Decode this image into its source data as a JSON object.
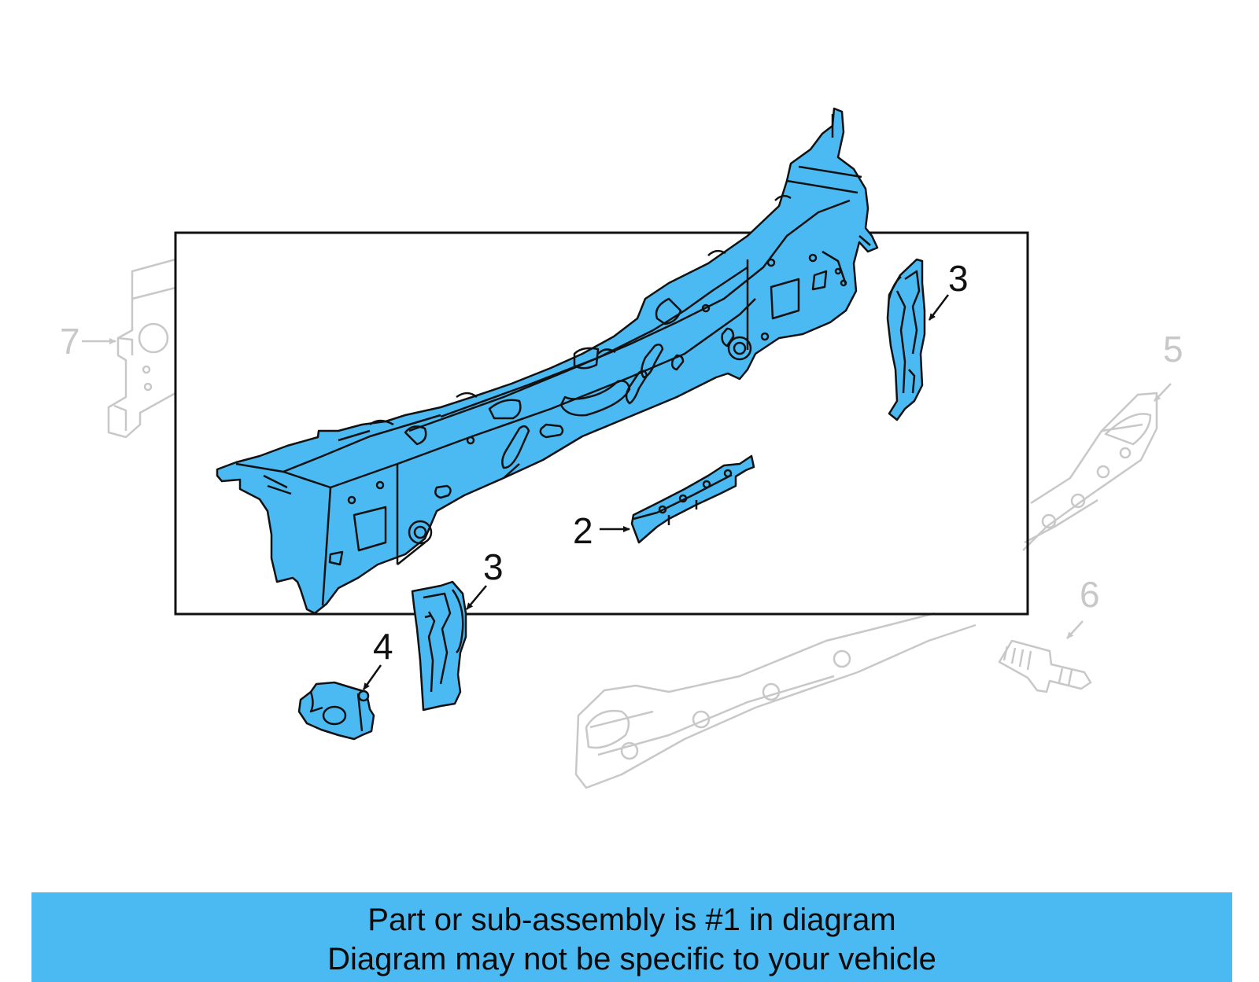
{
  "colors": {
    "highlight_fill": "#4cbaf2",
    "outline": "#111111",
    "faded_outline": "#c8c8c8",
    "banner_bg": "#4cbaf2",
    "frame": "#111111"
  },
  "callouts": {
    "part_2": "2",
    "part_3_upper": "3",
    "part_3_lower": "3",
    "part_4": "4",
    "part_5": "5",
    "part_6": "6",
    "part_7": "7"
  },
  "banner": {
    "line1": "Part or sub-assembly is #1 in diagram",
    "line2": "Diagram may not be specific to your vehicle"
  }
}
